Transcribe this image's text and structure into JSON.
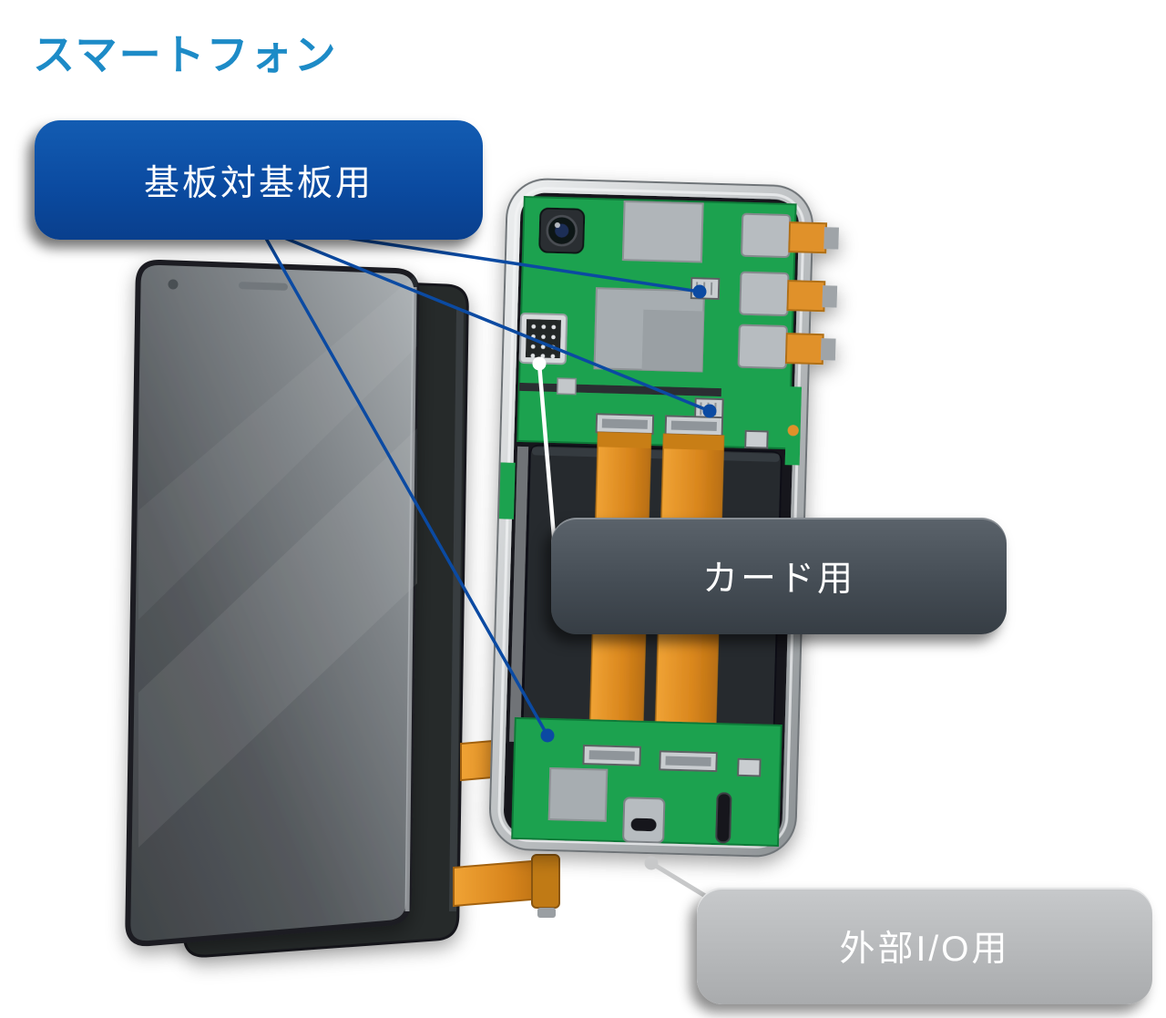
{
  "page": {
    "title": "スマートフォン",
    "title_color": "#1d8bc7",
    "background": "#ffffff"
  },
  "labels": {
    "board_to_board": {
      "text": "基板対基板用",
      "bg": "#0b4ba1",
      "text_color": "#ffffff"
    },
    "card": {
      "text": "カード用",
      "bg": "#454d55",
      "text_color": "#ffffff"
    },
    "external_io": {
      "text": "外部I/O用",
      "bg": "#b5b7b9",
      "text_color": "#ffffff"
    }
  },
  "leader_lines": {
    "board_to_board_color": "#0b4aa2",
    "card_color": "#ffffff",
    "external_io_color": "#c7c8c9"
  },
  "illustration": {
    "subject": "smartphone-exploded-view",
    "parts": [
      "display-panel",
      "back-cover",
      "chassis-with-mainboard",
      "camera-module",
      "speaker-module",
      "battery",
      "flex-cables",
      "board-to-board-connectors",
      "card-connector",
      "usb-io-port"
    ],
    "pcb_color": "#1ba24f",
    "flex_color": "#e0912a"
  }
}
